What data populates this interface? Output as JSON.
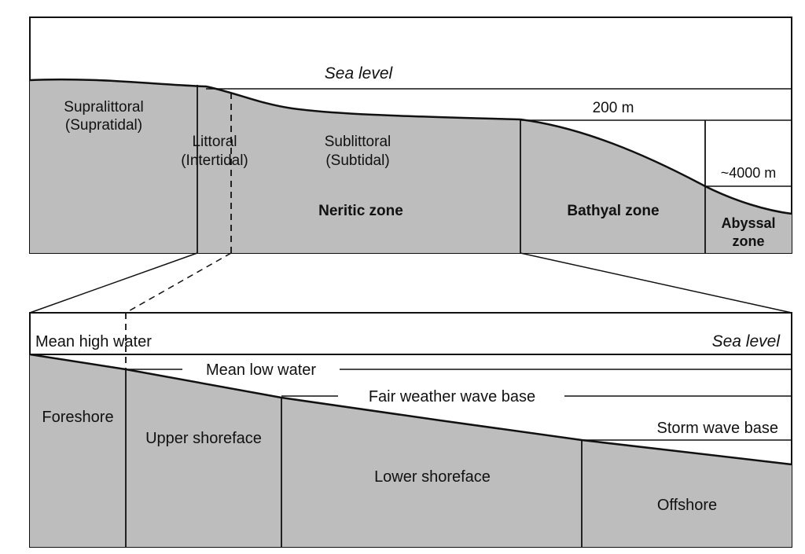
{
  "colors": {
    "fill": "#bdbdbd",
    "line": "#111111",
    "background": "#ffffff"
  },
  "top_panel": {
    "sea_level": "Sea level",
    "depth_200": "200 m",
    "depth_4000": "~4000 m",
    "supralittoral": "Supralittoral",
    "supratidal": "(Supratidal)",
    "littoral": "Littoral",
    "intertidal": "(Intertidal)",
    "sublittoral": "Sublittoral",
    "subtidal": "(Subtidal)",
    "neritic": "Neritic zone",
    "bathyal": "Bathyal zone",
    "abyssal_1": "Abyssal",
    "abyssal_2": "zone"
  },
  "bottom_panel": {
    "mean_high_water": "Mean high water",
    "sea_level": "Sea level",
    "mean_low_water": "Mean low water",
    "fair_weather_wave_base": "Fair weather wave base",
    "storm_wave_base": "Storm wave base",
    "foreshore": "Foreshore",
    "upper_shoreface": "Upper shoreface",
    "lower_shoreface": "Lower shoreface",
    "offshore": "Offshore"
  }
}
